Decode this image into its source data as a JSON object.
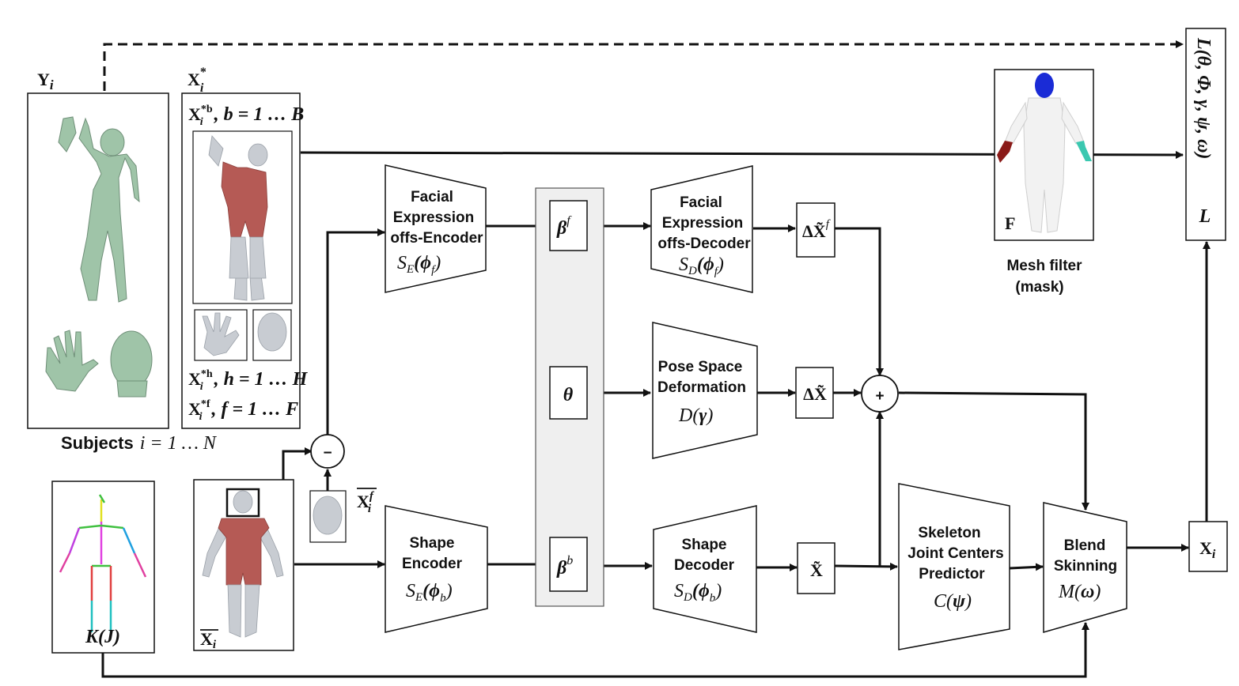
{
  "subjects": {
    "y_label": "Y",
    "y_sub": "i",
    "x_label": "X",
    "x_sup": "*",
    "x_sub": "i",
    "xb_range": ", b = 1 … B",
    "xh_range": ", h = 1 … H",
    "xf_range": ", f = 1 … F",
    "caption": "Subjects",
    "caption_math": "i = 1 … N"
  },
  "template": {
    "label": "X",
    "sub": "i",
    "face_label": "X",
    "face_sup": "f",
    "face_sub": "i"
  },
  "skeleton": {
    "label": "K(J)"
  },
  "latent": {
    "beta_f": "β",
    "beta_f_sup": "f",
    "theta": "θ",
    "beta_b": "β",
    "beta_b_sup": "b"
  },
  "modules": {
    "face_encoder": {
      "line1": "Facial",
      "line2": "Expression",
      "line3": "offs-Encoder",
      "fn": "S",
      "fn_sub": "E",
      "arg": "(ϕ",
      "arg_sub": "f",
      "close": ")"
    },
    "face_decoder": {
      "line1": "Facial",
      "line2": "Expression",
      "line3": "offs-Decoder",
      "fn": "S",
      "fn_sub": "D",
      "arg": "(ϕ",
      "arg_sub": "f",
      "close": ")"
    },
    "pose": {
      "line1": "Pose Space",
      "line2": "Deformation",
      "fn": "D(",
      "arg": "γ",
      "close": ")"
    },
    "shape_encoder": {
      "line1": "Shape",
      "line2": "Encoder",
      "fn": "S",
      "fn_sub": "E",
      "arg": "(ϕ",
      "arg_sub": "b",
      "close": ")"
    },
    "shape_decoder": {
      "line1": "Shape",
      "line2": "Decoder",
      "fn": "S",
      "fn_sub": "D",
      "arg": "(ϕ",
      "arg_sub": "b",
      "close": ")"
    },
    "joint": {
      "line1": "Skeleton",
      "line2": "Joint Centers",
      "line3": "Predictor",
      "fn": "C(",
      "arg": "ψ",
      "close": ")"
    },
    "blend": {
      "line1": "Blend",
      "line2": "Skinning",
      "fn": "M(",
      "arg": "ω",
      "close": ")"
    }
  },
  "outputs": {
    "delta_f": "ΔX̃",
    "delta_f_sup": "f",
    "delta": "ΔX̃",
    "plus": "+",
    "minus": "−",
    "x_tilde": "X̃",
    "x_out": "X",
    "x_out_sub": "i"
  },
  "mesh_filter": {
    "label": "F",
    "caption1": "Mesh filter",
    "caption2": "(mask)"
  },
  "loss": {
    "expr": "L(θ, Φ, γ, ψ, ω)",
    "label": "L"
  },
  "colors": {
    "scan": "#9fc4a8",
    "skin": "#c8ccd2",
    "clothing": "#b55a55",
    "mask_head": "#1a2bd6",
    "mask_left": "#8a1a18",
    "mask_right": "#3bc8b0",
    "latent_bg": "#efefef"
  }
}
